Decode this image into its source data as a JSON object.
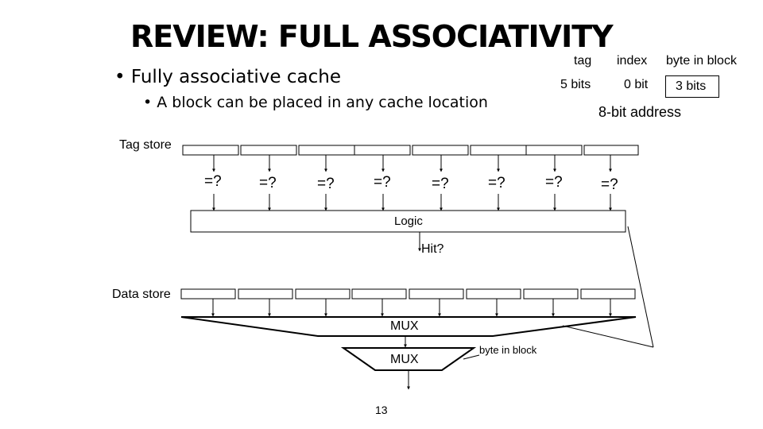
{
  "slide": {
    "title": "REVIEW: FULL ASSOCIATIVITY",
    "bullet_main": "• Fully associative cache",
    "bullet_sub": "• A block can be placed in any cache location",
    "page_number": "13"
  },
  "address": {
    "fields": [
      {
        "name": "tag",
        "bits": "5 bits"
      },
      {
        "name": "index",
        "bits": "0 bit"
      },
      {
        "name": "byte in block",
        "bits": "3 bits"
      }
    ],
    "caption": "8-bit address"
  },
  "diagram": {
    "tag_store_label": "Tag store",
    "comparators": [
      "=?",
      "=?",
      "=?",
      "=?",
      "=?",
      "=?",
      "=?",
      "=?"
    ],
    "logic_label": "Logic",
    "hit_label": "Hit?",
    "data_store_label": "Data store",
    "mux1_label": "MUX",
    "mux2_label": "MUX",
    "byte_in_block_label": "byte in block"
  }
}
